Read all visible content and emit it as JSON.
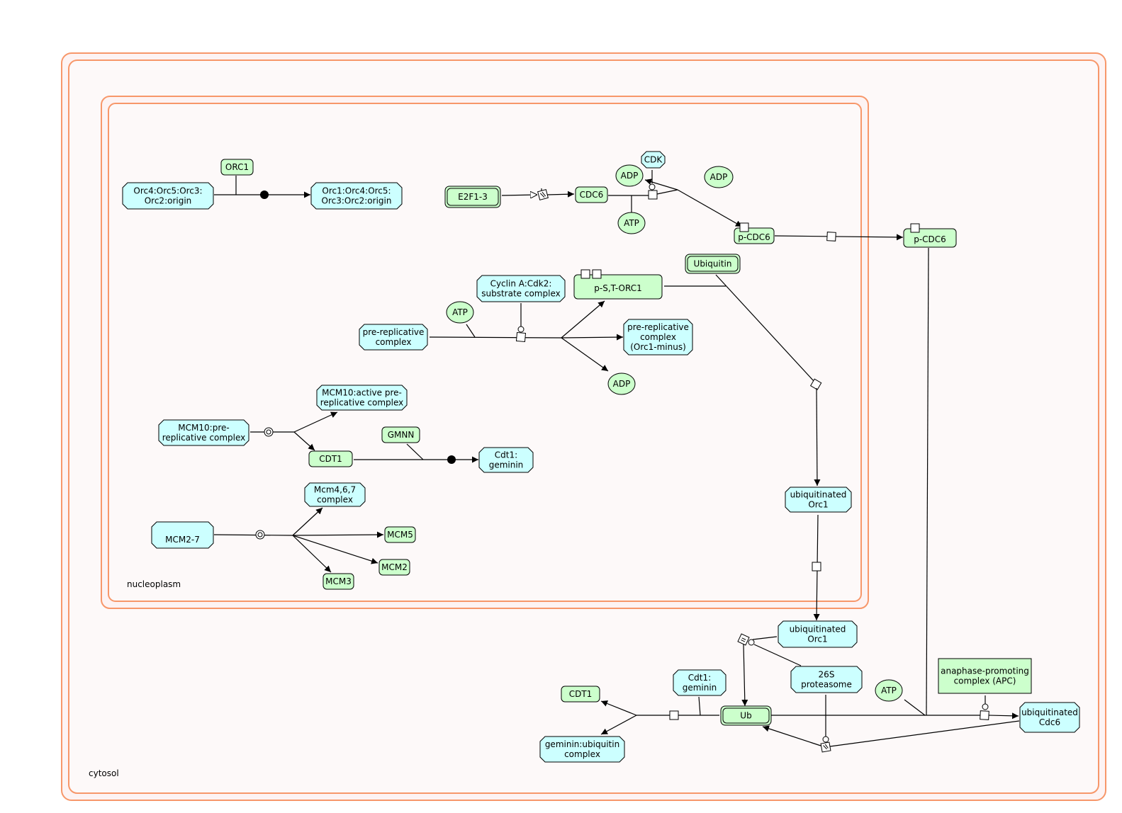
{
  "compartments": {
    "cytosol": {
      "label": "cytosol"
    },
    "nucleoplasm": {
      "label": "nucleoplasm"
    }
  },
  "colors": {
    "compartment_border": "#f7976a",
    "compartment_fill": "#fdf7f7",
    "compartment_inner_fill": "#fdf9f9",
    "protein_fill": "#ccffcc",
    "complex_fill": "#ccffff",
    "small_molecule_fill": "#ccffcc",
    "node_border": "#000000",
    "state_fill": "#ffffff"
  },
  "nodes": {
    "orc4_complex": {
      "lines": [
        "Orc4:Orc5:Orc3:",
        "Orc2:origin"
      ],
      "type": "complex"
    },
    "orc1": {
      "lines": [
        "ORC1"
      ],
      "type": "protein"
    },
    "orc1_complex": {
      "lines": [
        "Orc1:Orc4:Orc5:",
        "Orc3:Orc2:origin"
      ],
      "type": "complex"
    },
    "e2f1_3": {
      "lines": [
        "E2F1-3"
      ],
      "type": "gene"
    },
    "cdc6": {
      "lines": [
        "CDC6"
      ],
      "type": "protein"
    },
    "cdk": {
      "lines": [
        "CDK"
      ],
      "type": "complex"
    },
    "adp1": {
      "lines": [
        "ADP"
      ],
      "type": "small_molecule"
    },
    "adp2": {
      "lines": [
        "ADP"
      ],
      "type": "small_molecule"
    },
    "atp1": {
      "lines": [
        "ATP"
      ],
      "type": "small_molecule"
    },
    "p_cdc6_nuc": {
      "lines": [
        "p-CDC6"
      ],
      "type": "protein"
    },
    "p_cdc6_cyt": {
      "lines": [
        "p-CDC6"
      ],
      "type": "protein"
    },
    "ubiquitin": {
      "lines": [
        "Ubiquitin"
      ],
      "type": "gene"
    },
    "cyclin_a": {
      "lines": [
        "Cyclin A:Cdk2:",
        "substrate complex"
      ],
      "type": "complex"
    },
    "p_st_orc1": {
      "lines": [
        "p-S,T-ORC1"
      ],
      "type": "protein"
    },
    "atp2": {
      "lines": [
        "ATP"
      ],
      "type": "small_molecule"
    },
    "pre_rep": {
      "lines": [
        "pre-replicative",
        "complex"
      ],
      "type": "complex"
    },
    "pre_rep_minus": {
      "lines": [
        "pre-replicative",
        "complex",
        "(Orc1-minus)"
      ],
      "type": "complex"
    },
    "adp3": {
      "lines": [
        "ADP"
      ],
      "type": "small_molecule"
    },
    "mcm10_active": {
      "lines": [
        "MCM10:active pre-",
        "replicative complex"
      ],
      "type": "complex"
    },
    "mcm10_pre": {
      "lines": [
        "MCM10:pre-",
        "replicative complex"
      ],
      "type": "complex"
    },
    "gmnn": {
      "lines": [
        "GMNN"
      ],
      "type": "protein"
    },
    "cdt1_nuc": {
      "lines": [
        "CDT1"
      ],
      "type": "protein"
    },
    "cdt1_geminin_nuc": {
      "lines": [
        "Cdt1:",
        "geminin"
      ],
      "type": "complex"
    },
    "mcm467": {
      "lines": [
        "Mcm4,6,7",
        "complex"
      ],
      "type": "complex"
    },
    "mcm2_7": {
      "lines": [
        "MCM2-7"
      ],
      "type": "complex"
    },
    "mcm5": {
      "lines": [
        "MCM5"
      ],
      "type": "protein"
    },
    "mcm2": {
      "lines": [
        "MCM2"
      ],
      "type": "protein"
    },
    "mcm3": {
      "lines": [
        "MCM3"
      ],
      "type": "protein"
    },
    "ub_orc1_nuc": {
      "lines": [
        "ubiquitinated",
        "Orc1"
      ],
      "type": "complex"
    },
    "ub_orc1_cyt": {
      "lines": [
        "ubiquitinated",
        "Orc1"
      ],
      "type": "complex"
    },
    "proteasome": {
      "lines": [
        "26S",
        "proteasome"
      ],
      "type": "complex"
    },
    "cdt1_geminin_cyt": {
      "lines": [
        "Cdt1:",
        "geminin"
      ],
      "type": "complex"
    },
    "cdt1_cyt": {
      "lines": [
        "CDT1"
      ],
      "type": "protein"
    },
    "geminin_ub": {
      "lines": [
        "geminin:ubiquitin",
        "complex"
      ],
      "type": "complex"
    },
    "ub": {
      "lines": [
        "Ub"
      ],
      "type": "gene"
    },
    "atp3": {
      "lines": [
        "ATP"
      ],
      "type": "small_molecule"
    },
    "apc": {
      "lines": [
        "anaphase-promoting",
        "complex (APC)"
      ],
      "type": "entity"
    },
    "ub_cdc6": {
      "lines": [
        "ubiquitinated",
        "Cdc6"
      ],
      "type": "complex"
    }
  }
}
